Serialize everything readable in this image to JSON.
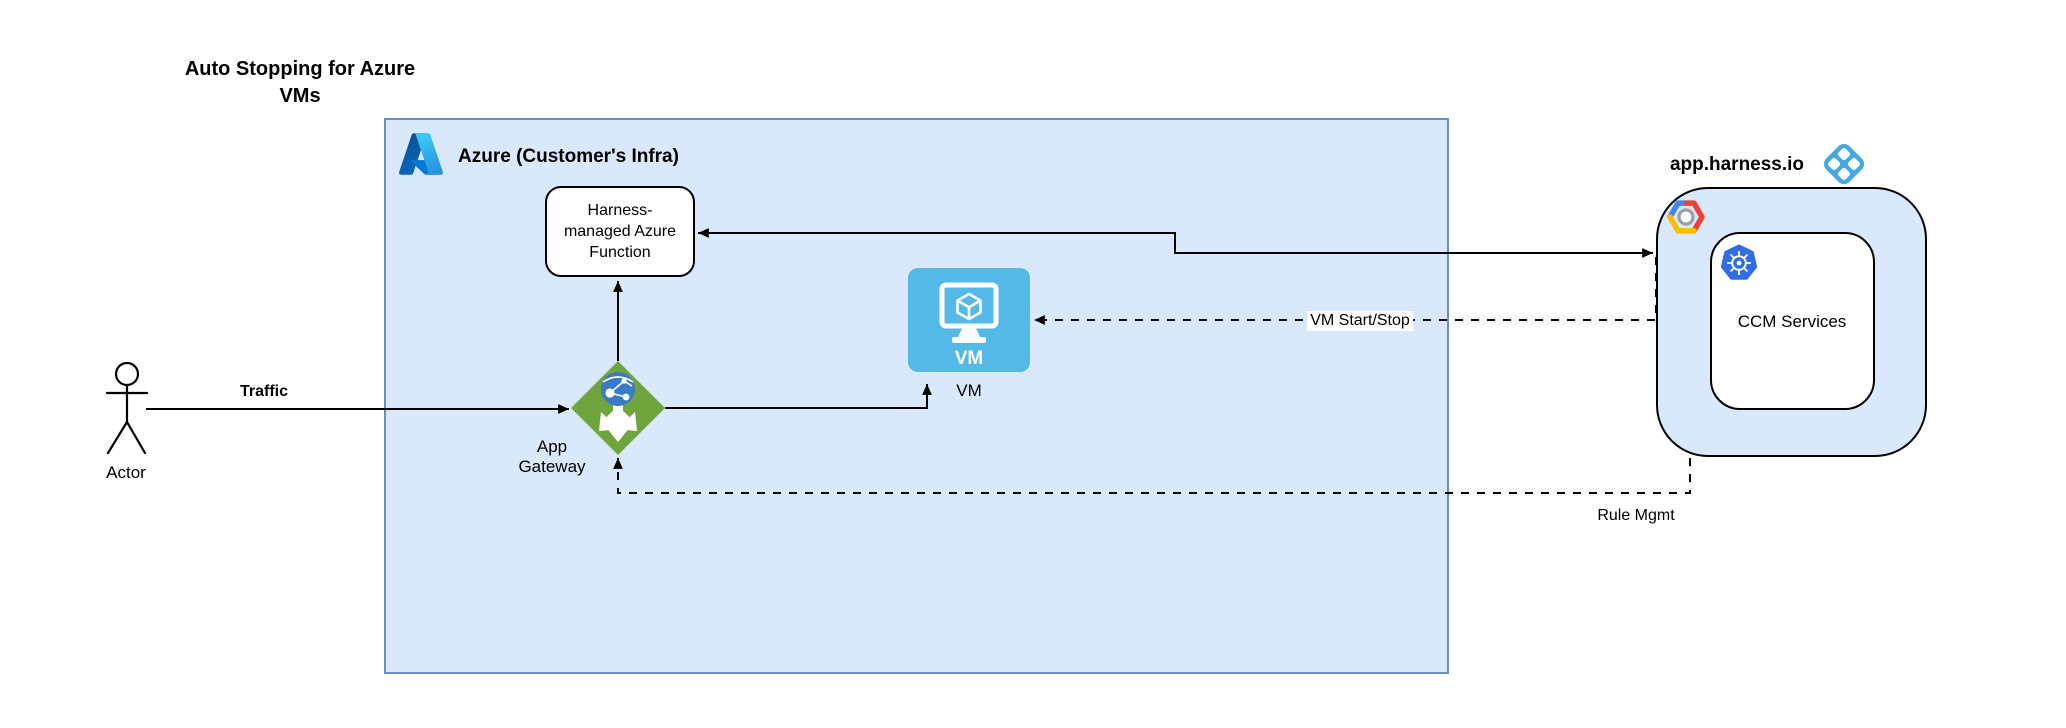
{
  "title": "Auto Stopping for Azure VMs",
  "azure": {
    "label": "Azure (Customer's Infra)"
  },
  "harness": {
    "label": "app.harness.io",
    "ccm_label": "CCM Services"
  },
  "nodes": {
    "function_label": "Harness-\nmanaged Azure\nFunction",
    "vm_tile_text": "VM",
    "vm_label": "VM",
    "gateway_label": "App\nGateway",
    "actor_label": "Actor"
  },
  "edges": {
    "traffic_label": "Traffic",
    "vm_start_stop_label": "VM Start/Stop",
    "rule_mgmt_label": "Rule Mgmt"
  },
  "colors": {
    "azure-fill": "#dae8fc",
    "azure-stroke": "#6c8ebf",
    "line-color": "#000000",
    "vm-blue": "#55b9e8",
    "gateway-green": "#70a43c",
    "globe-blue": "#3b7ac4",
    "harness-blue": "#45a8e1",
    "k8s-blue": "#326ce5",
    "gcp-blue": "#4285f4",
    "gcp-red": "#ea4335",
    "gcp-yellow": "#fbbc04",
    "gcp-ring-gray": "#9e9e9e"
  }
}
